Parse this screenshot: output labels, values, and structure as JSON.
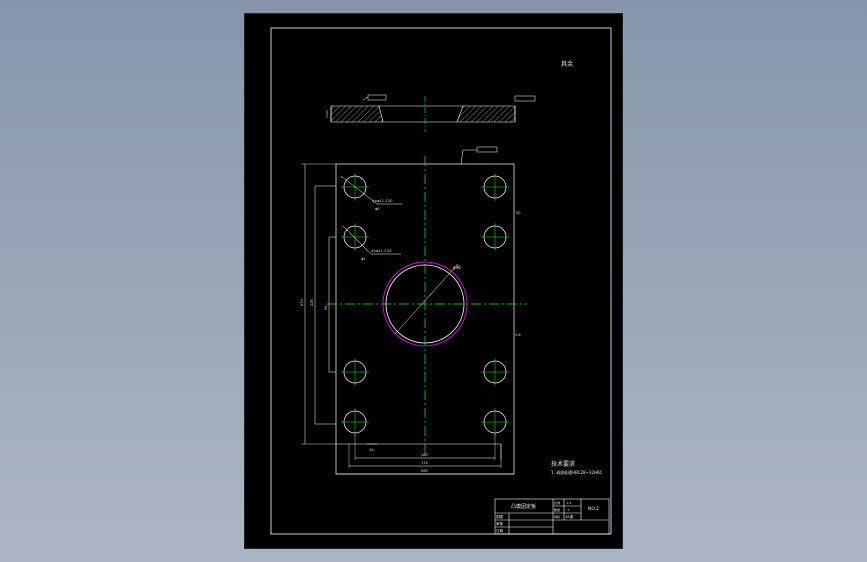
{
  "drawing": {
    "title_note": "其余",
    "tech_req_title": "技术要求",
    "tech_req_line1": "1. 调质处理HRC28~32HRC",
    "section_callout_left": "",
    "section_callout_right": "",
    "top_callout": "",
    "hole_note_1": "4×φ11 ↧20",
    "hole_note_1_sub": "φ5",
    "hole_note_2": "4×φ11 ↧20",
    "hole_note_2_sub": "φ5",
    "dim_bottom_inner": "160",
    "dim_bottom_mid": "174",
    "dim_bottom_outer": "200",
    "dim_left_outer": "270",
    "dim_left_inner": "226",
    "dim_left_small": "20",
    "dim_right_edge": "20",
    "dim_right_side": "1.6",
    "dim_center_dia": "φ98",
    "dim_tiny": "10"
  },
  "title_block": {
    "part_name": "凸模固定板",
    "scale_label": "比例",
    "scale_value": "1:1",
    "qty_label": "数量",
    "qty_value": "1",
    "material_label": "材料",
    "material_value": "45钢",
    "drawing_no": "NO.2",
    "row1_label": "制图",
    "row2_label": "审核",
    "row3_label": "日期"
  },
  "colors": {
    "background_gradient_top": "#8796ab",
    "sheet": "#000000",
    "outline": "#ffffff",
    "centerline": "#00ff00",
    "counterbore": "#ff00ff"
  }
}
